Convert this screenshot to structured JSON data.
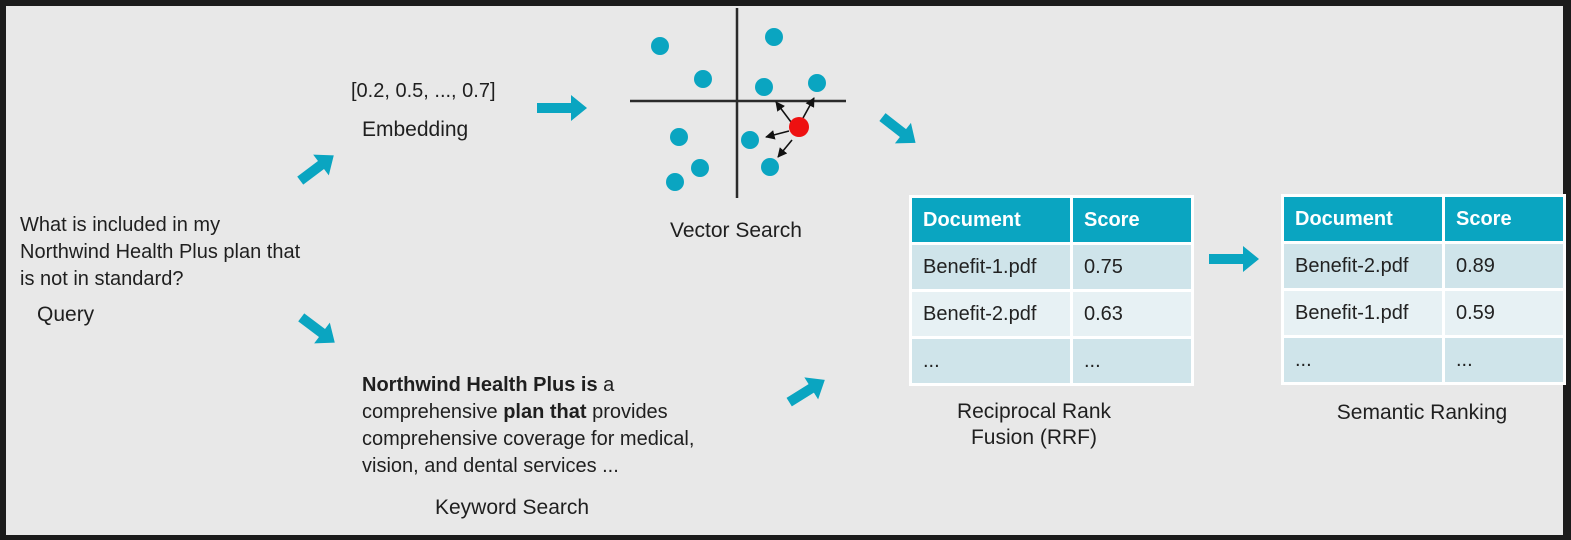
{
  "query": {
    "lines": [
      "What is included in my",
      "Northwind Health Plus plan that",
      "is not in standard?"
    ],
    "label": "Query"
  },
  "embedding": {
    "vector": "[0.2, 0.5, ..., 0.7]",
    "label": "Embedding"
  },
  "vector_search": {
    "label": "Vector Search"
  },
  "keyword_search": {
    "label": "Keyword Search",
    "line1_bold": "Northwind Health Plus is",
    "line1_rest": " a",
    "line2_pre": "comprehensive ",
    "line2_bold": "plan that",
    "line2_post": " provides",
    "line3": "comprehensive coverage for medical,",
    "line4": "vision, and dental services ..."
  },
  "rrf": {
    "label_line1": "Reciprocal Rank",
    "label_line2": "Fusion (RRF)",
    "headers": [
      "Document",
      "Score"
    ],
    "rows": [
      [
        "Benefit-1.pdf",
        "0.75"
      ],
      [
        "Benefit-2.pdf",
        "0.63"
      ],
      [
        "...",
        "..."
      ]
    ]
  },
  "semantic": {
    "label": "Semantic Ranking",
    "headers": [
      "Document",
      "Score"
    ],
    "rows": [
      [
        "Benefit-2.pdf",
        "0.89"
      ],
      [
        "Benefit-1.pdf",
        "0.59"
      ],
      [
        "...",
        "..."
      ]
    ]
  },
  "colors": {
    "accent": "#0aa5c1",
    "query_point": "#ee1111",
    "background": "#e8e8e8"
  }
}
